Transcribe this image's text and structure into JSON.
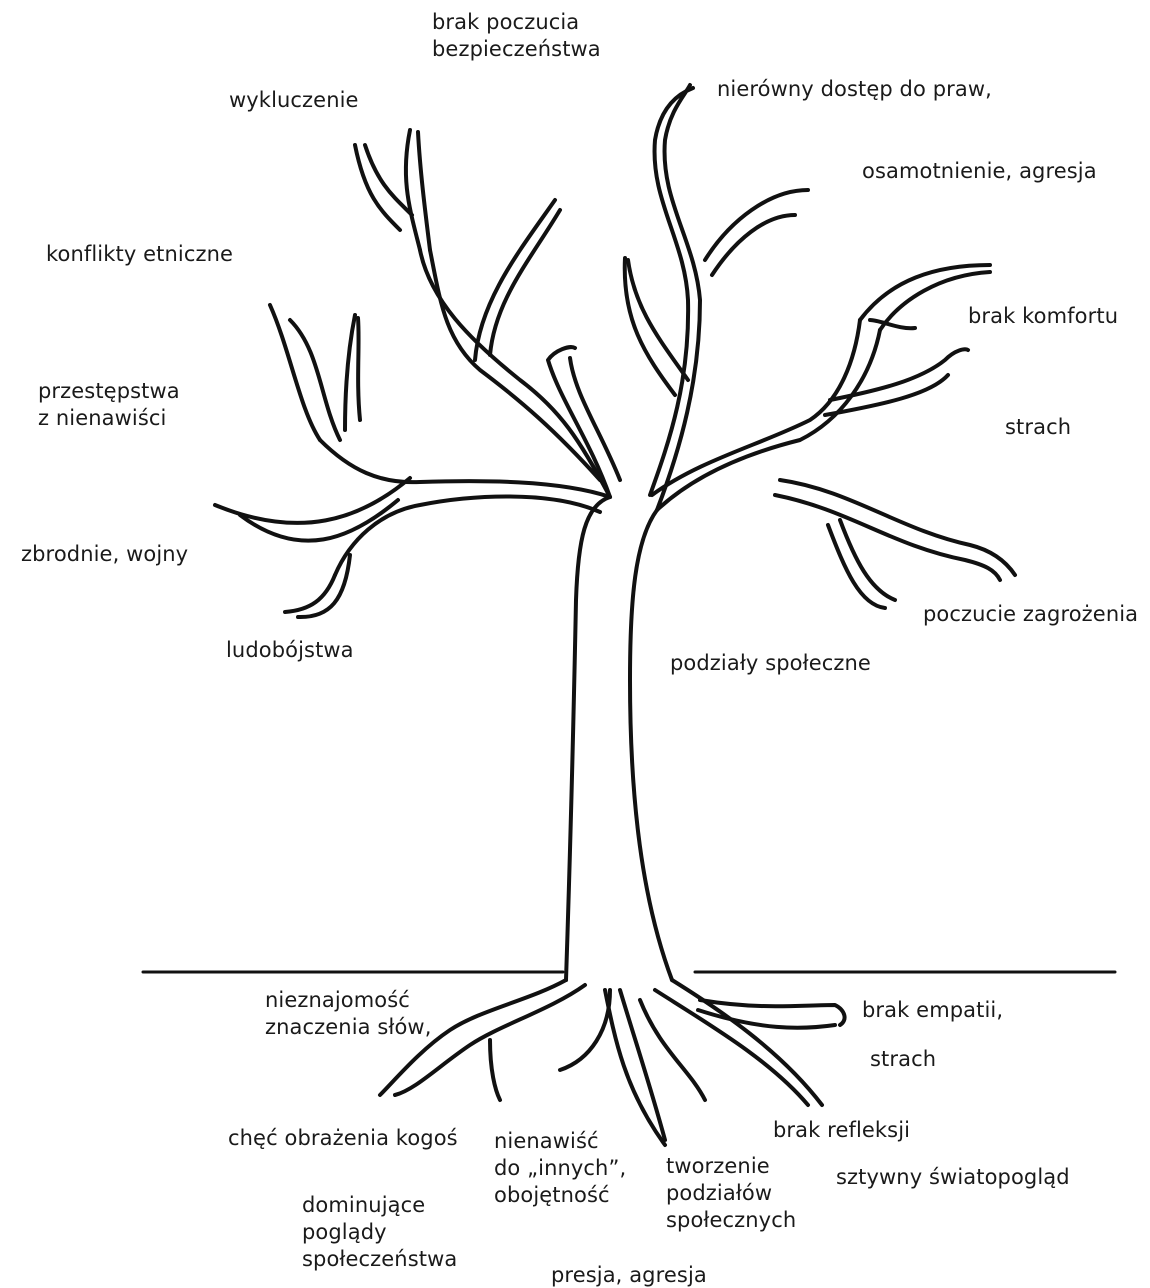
{
  "crown_labels": {
    "brak_poczucia": [
      "brak poczucia",
      "bezpieczeństwa"
    ],
    "wykluczenie": [
      "wykluczenie"
    ],
    "nierowny": [
      "nierówny dostęp do praw,"
    ],
    "osamotnienie": [
      "osamotnienie, agresja"
    ],
    "konflikty": [
      "konflikty etniczne"
    ],
    "brak_komfortu": [
      "brak komfortu"
    ],
    "przestepstwa": [
      "przestępstwa",
      "z nienawiści"
    ],
    "strach_top": [
      "strach"
    ],
    "zbrodnie": [
      "zbrodnie, wojny"
    ],
    "zagrozenie": [
      "poczucie zagrożenia"
    ],
    "ludobojstwa": [
      "ludobójstwa"
    ],
    "podzialy": [
      "podziały społeczne"
    ]
  },
  "root_labels": {
    "nieznajomosc": [
      "nieznajomość",
      "znaczenia słów,"
    ],
    "brak_empatii": [
      "brak empatii,"
    ],
    "strach_root": [
      "strach"
    ],
    "chec": [
      "chęć obrażenia kogoś"
    ],
    "nienawisc": [
      "nienawiść",
      "do „innych”,",
      "obojętność"
    ],
    "brak_refleksji": [
      "brak refleksji"
    ],
    "tworzenie": [
      "tworzenie",
      "podziałów",
      "społecznych"
    ],
    "sztywny": [
      "sztywny światopogląd"
    ],
    "dominujace": [
      "dominujące",
      "poglądy",
      "społeczeństwa"
    ],
    "presja": [
      "presja, agresja"
    ]
  },
  "colors": {
    "outline": "#111111",
    "text": "#1a1a1a",
    "background": "#ffffff"
  }
}
